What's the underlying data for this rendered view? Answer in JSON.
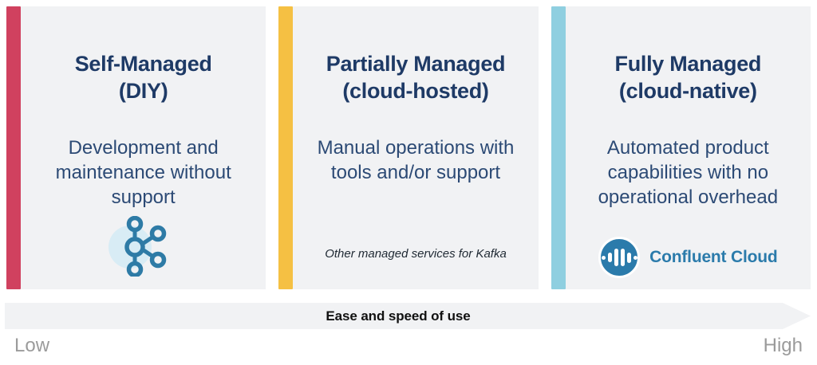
{
  "panels": [
    {
      "accent_color": "#d0415f",
      "title": "Self-Managed\n(DIY)",
      "title_line1": "Self-Managed",
      "title_line2": "(DIY)",
      "description": "Development and maintenance without support",
      "logo": "kafka-logo",
      "note": ""
    },
    {
      "accent_color": "#f5c043",
      "title": "Partially Managed\n(cloud-hosted)",
      "title_line1": "Partially Managed",
      "title_line2": "(cloud-hosted)",
      "description": "Manual operations with tools and/or support",
      "logo": "",
      "note": "Other managed services for Kafka"
    },
    {
      "accent_color": "#8fcfe0",
      "title": "Fully Managed\n(cloud-native)",
      "title_line1": "Fully Managed",
      "title_line2": "(cloud-native)",
      "description": "Automated product capabilities with no operational overhead",
      "logo": "confluent-cloud-logo",
      "logo_text": "Confluent Cloud",
      "note": ""
    }
  ],
  "arrow": {
    "label": "Ease and speed of use"
  },
  "scale": {
    "low": "Low",
    "high": "High"
  },
  "colors": {
    "panel_background": "#f1f2f4",
    "heading": "#1e3a66",
    "body_text": "#2c4a75",
    "confluent_blue": "#2b7bab",
    "kafka_blue": "#2e7ba6",
    "scale_text": "#9b9b9b"
  }
}
